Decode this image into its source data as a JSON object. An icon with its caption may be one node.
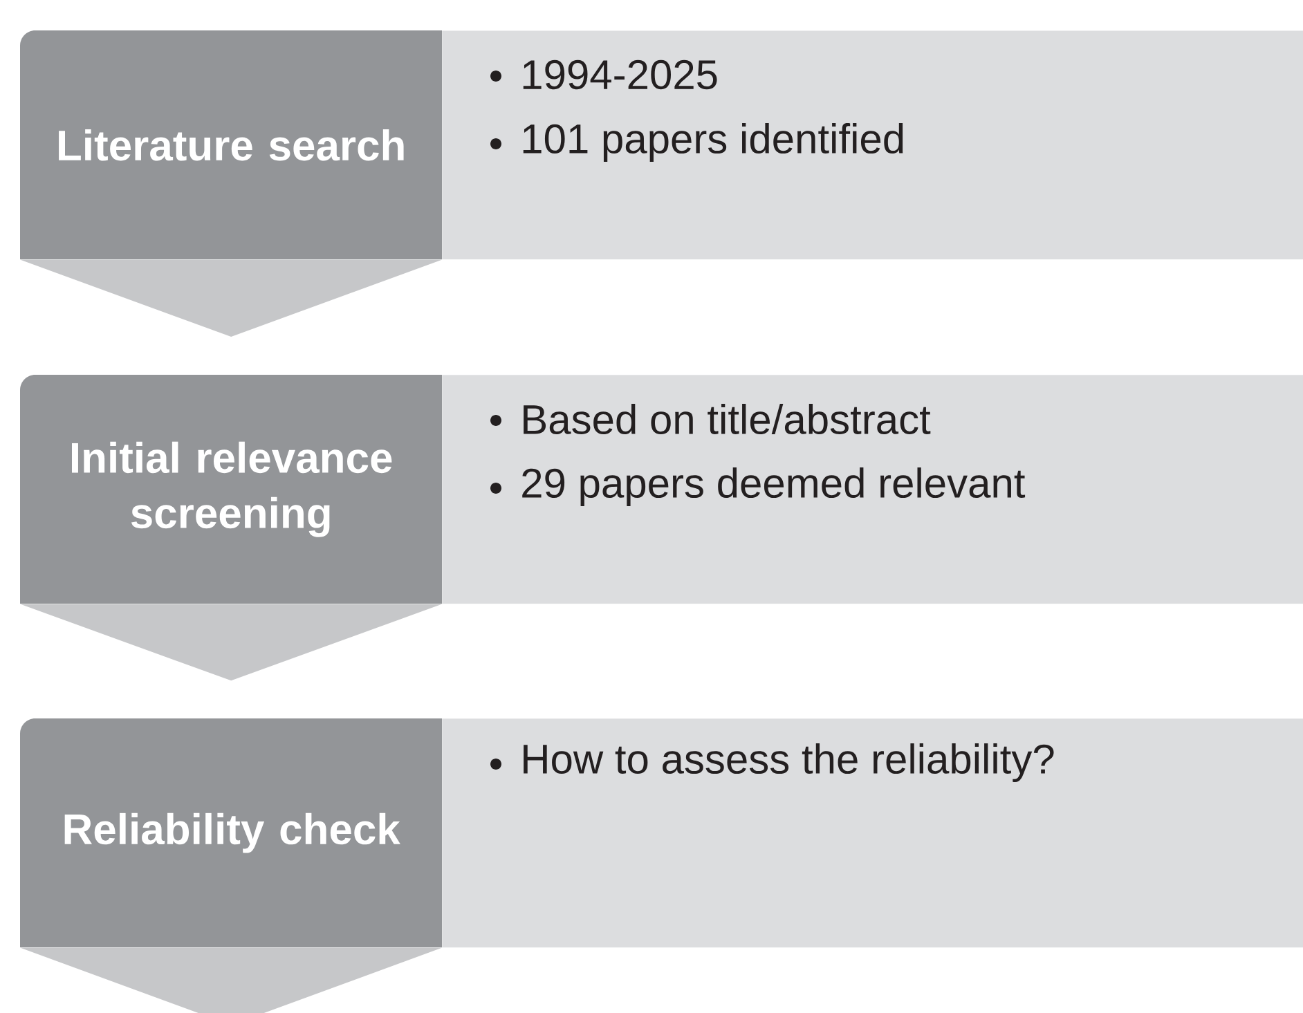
{
  "diagram": {
    "nodes": [
      {
        "text": [
          "Literature search"
        ]
      },
      {
        "text": [
          "1994-2025",
          "101 papers identified"
        ]
      },
      {
        "text": [
          "Initial relevance screening"
        ]
      },
      {
        "text": [
          "Based on title/abstract",
          "29 papers deemed relevant"
        ]
      },
      {
        "text": [
          "Reliability check"
        ]
      },
      {
        "text": [
          "How to assess the reliability?"
        ]
      }
    ],
    "edges": [
      {
        "from": 0,
        "to": 2,
        "arrow": "to"
      },
      {
        "from": 2,
        "to": 4,
        "arrow": "to"
      },
      {
        "from": 4,
        "to": null,
        "arrow": "to"
      }
    ]
  }
}
